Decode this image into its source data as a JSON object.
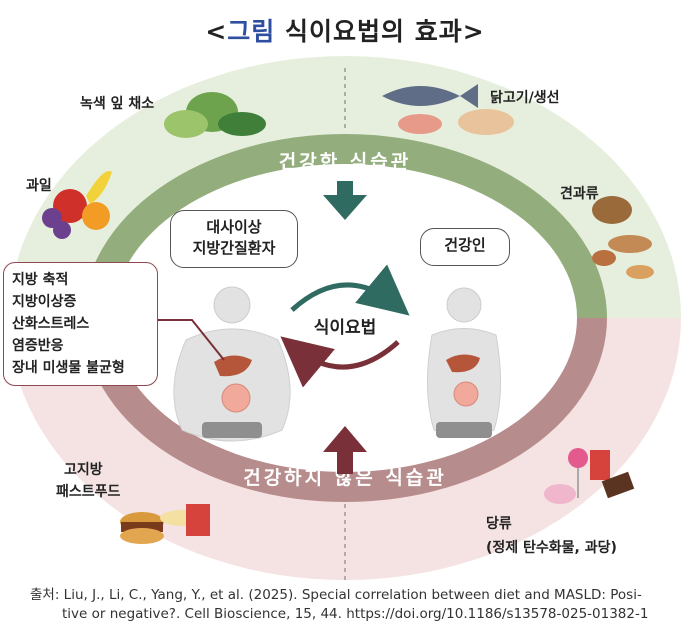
{
  "title": {
    "bracket_open": "<",
    "highlight": "그림",
    "text": "식이요법의 효과",
    "bracket_close": ">"
  },
  "rings": {
    "top_label": "건강한 식습관",
    "bottom_label": "건강하지 않은 식습관",
    "center_label": "식이요법"
  },
  "food_groups": {
    "green_vegetables": "녹색 잎 채소",
    "chicken_fish": "닭고기/생선",
    "fruit": "과일",
    "nuts": "견과류",
    "high_fat_fastfood": [
      "고지방",
      "패스트푸드"
    ],
    "sugar": [
      "당류",
      "(정제 탄수화물, 과당)"
    ]
  },
  "patient_box": [
    "대사이상",
    "지방간질환자"
  ],
  "healthy_box": "건강인",
  "symptoms": [
    "지방 축적",
    "지방이상증",
    "산화스트레스",
    "염증반응",
    "장내 미생물 불균형"
  ],
  "source": {
    "prefix": "출처:",
    "line1": " Liu, J., Li, C., Yang, Y., et al. (2025). Special correlation between diet and MASLD: Posi-",
    "line2": "tive or negative?. Cell Bioscience, 15, 44. https://doi.org/10.1186/s13578-025-01382-1"
  },
  "colors": {
    "healthy_ring": "#93ad7d",
    "healthy_outer": "#e6efdd",
    "unhealthy_ring": "#b78c8c",
    "unhealthy_outer": "#f5e3e3",
    "healthy_arrow": "#2f6b61",
    "unhealthy_arrow": "#7a3038",
    "title_highlight": "#2e4ea0"
  }
}
